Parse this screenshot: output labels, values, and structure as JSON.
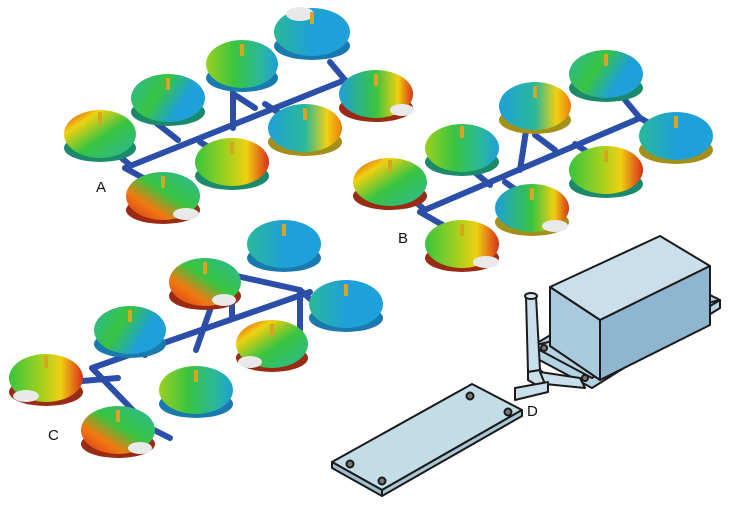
{
  "figure": {
    "labels": {
      "a": "A",
      "b": "B",
      "c": "C",
      "d": "D"
    },
    "colors": {
      "background": "#ffffff",
      "runner": "#2b4fa8",
      "runner_dark": "#1d3580",
      "gate": "#d9a520",
      "mold_box_front": "#a9c9dc",
      "mold_box_top": "#c9e0ec",
      "mold_box_side": "#8eb6cf",
      "plate": "#c2dde6",
      "outline": "#1a1a1a",
      "ejected_white": "#e9e9e9"
    },
    "color_scale": [
      "#1ea0d8",
      "#2ab89a",
      "#39c440",
      "#9ad020",
      "#f0d010",
      "#f07a10",
      "#d8301a"
    ]
  }
}
